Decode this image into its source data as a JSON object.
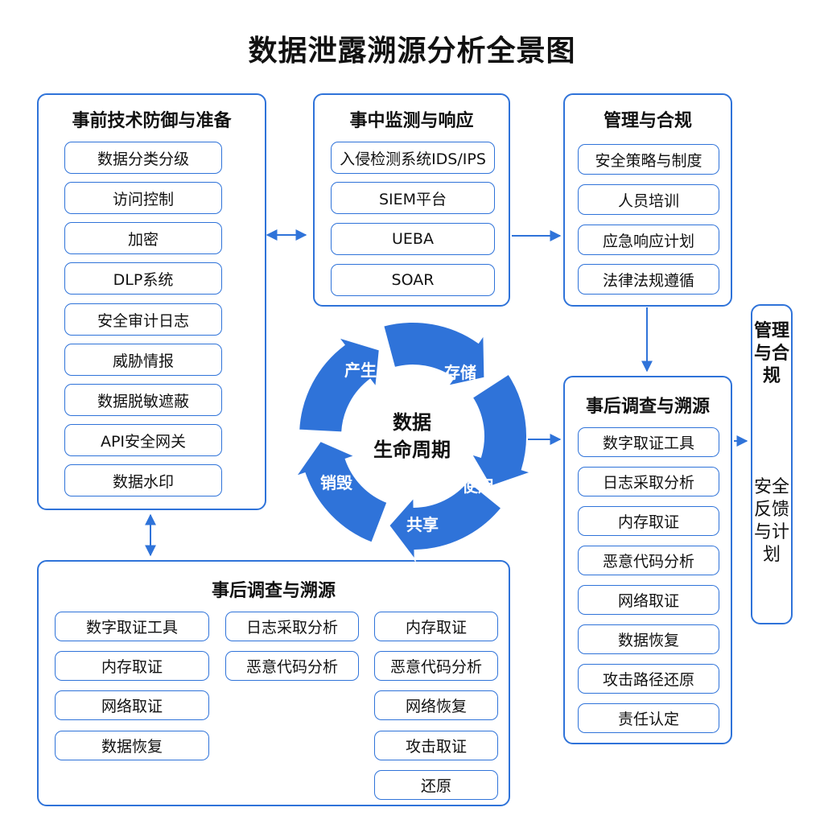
{
  "title": "数据泄露溯源分析全景图",
  "prevention": {
    "title": "事前技术防御与准备",
    "items": [
      "数据分类分级",
      "访问控制",
      "加密",
      "DLP系统",
      "安全审计日志",
      "威胁情报",
      "数据脱敏遮蔽",
      "API安全网关",
      "数据水印"
    ]
  },
  "monitoring": {
    "title": "事中监测与响应",
    "items": [
      "入侵检测系统IDS/IPS",
      "SIEM平台",
      "UEBA",
      "SOAR"
    ]
  },
  "management": {
    "title": "管理与合规",
    "items": [
      "安全策略与制度",
      "人员培训",
      "应急响应计划",
      "法律法规遵循"
    ]
  },
  "side": {
    "top_text": "管理与合规",
    "bottom_text": "安全反馈与计划"
  },
  "investigation_right": {
    "title": "事后调查与溯源",
    "items": [
      "数字取证工具",
      "日志采取分析",
      "内存取证",
      "恶意代码分析",
      "网络取证",
      "数据恢复",
      "攻击路径还原",
      "责任认定"
    ]
  },
  "investigation_bottom": {
    "title": "事后调查与溯源",
    "col1": [
      "数字取证工具",
      "内存取证",
      "网络取证",
      "数据恢复"
    ],
    "col2": [
      "日志采取分析",
      "恶意代码分析"
    ],
    "col3": [
      "内存取证",
      "恶意代码分析",
      "网络恢复",
      "攻击取证",
      "还原"
    ]
  },
  "cycle": {
    "center": [
      "数据",
      "生命周期"
    ],
    "stages": [
      "产生",
      "存储",
      "使用",
      "共享",
      "销毁"
    ],
    "color": "#2f73d9"
  },
  "colors": {
    "accent": "#2f73d9",
    "text": "#111111"
  }
}
